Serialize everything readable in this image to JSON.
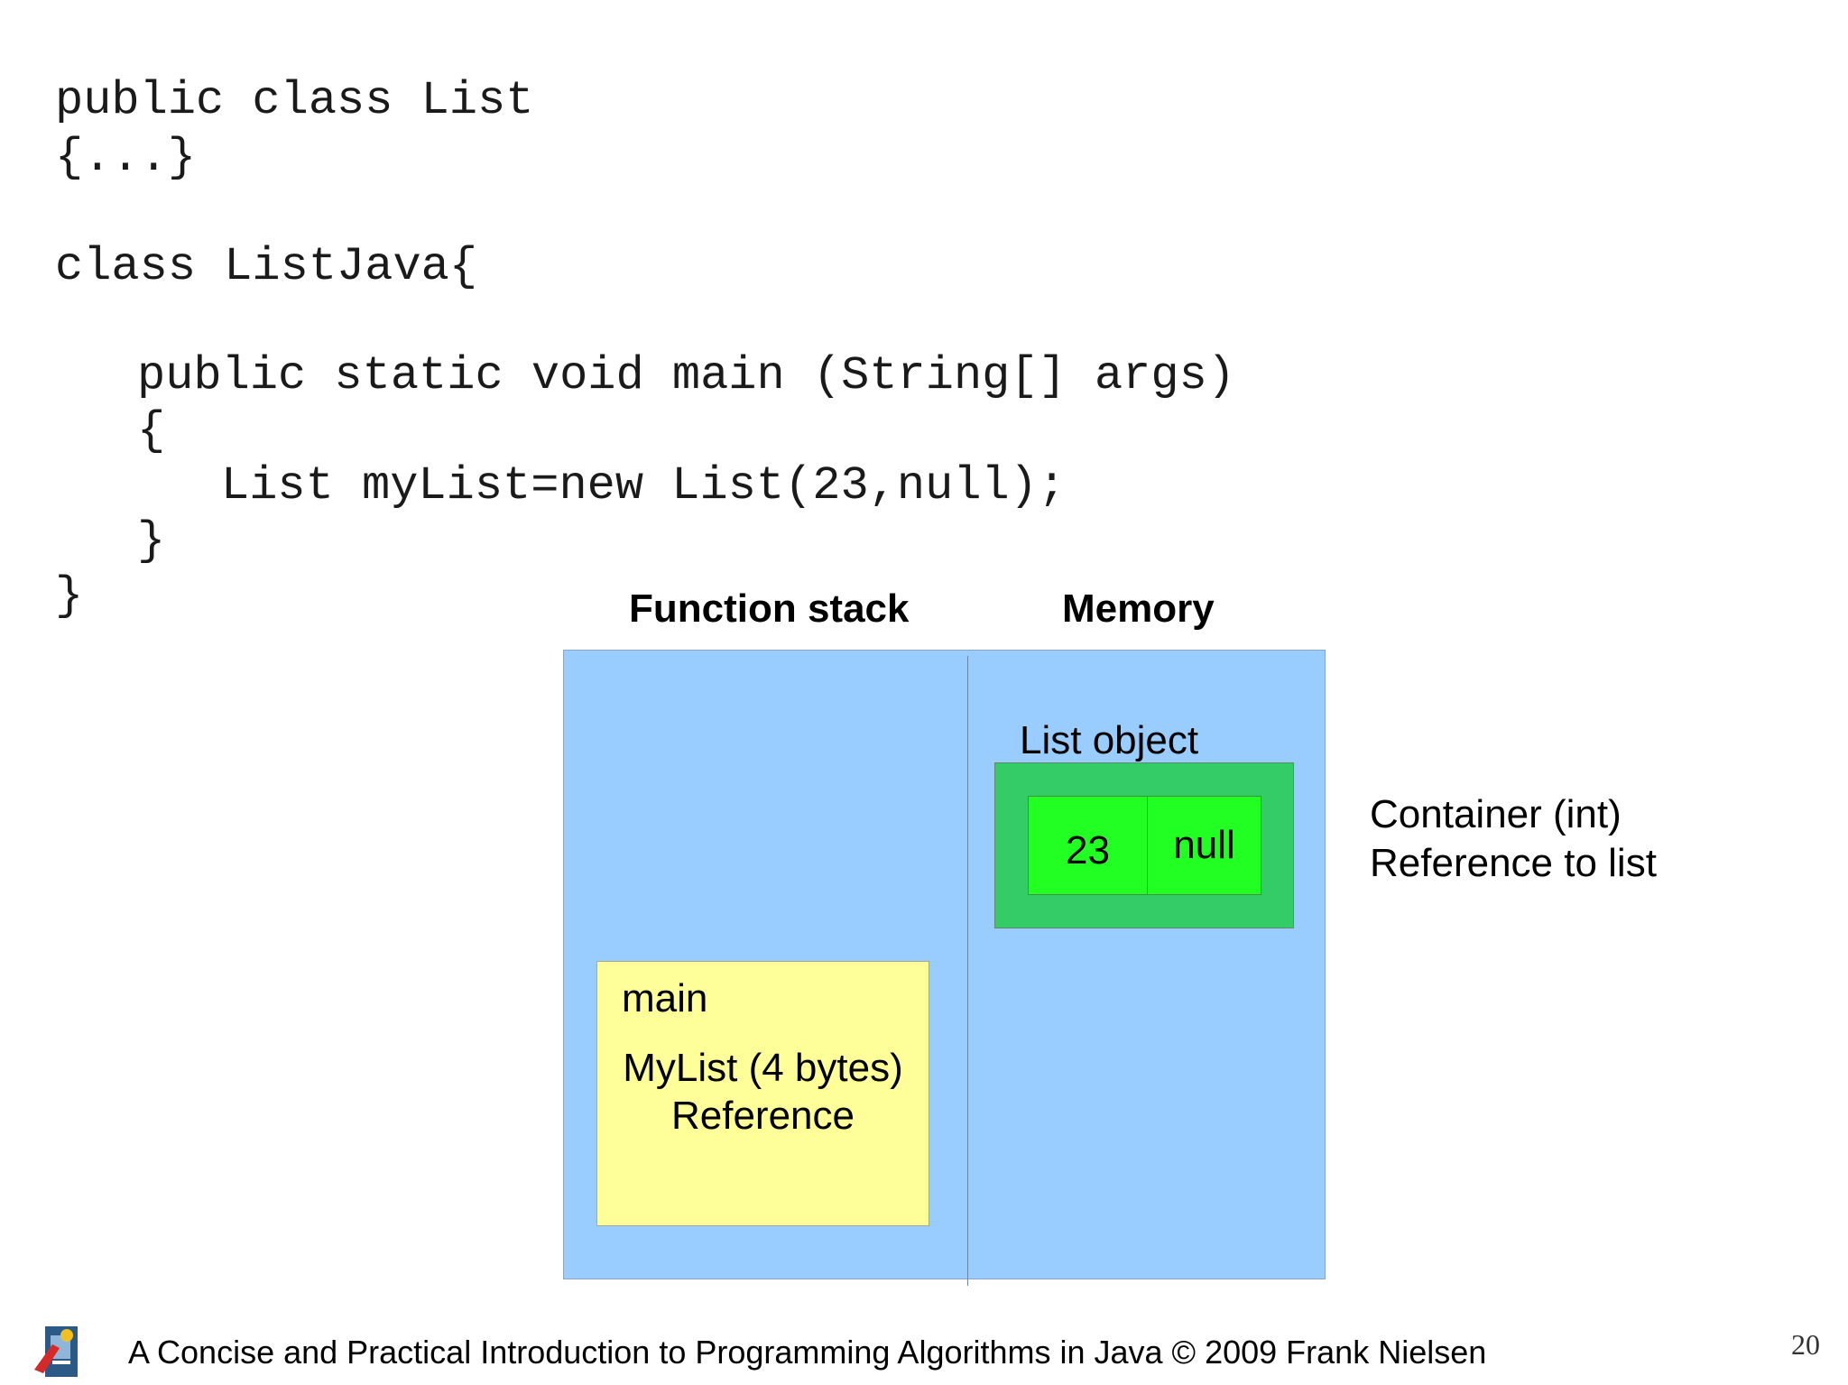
{
  "code": {
    "line1": "public class List",
    "line2": "{...}",
    "line3": "class ListJava{",
    "line4": "public static void main (String[] args)",
    "line5": "{",
    "line6": "List myList=new List(23,null);",
    "line7": "}",
    "line8": "}"
  },
  "diagram": {
    "function_stack_label": "Function stack",
    "memory_label": "Memory",
    "list_object_label": "List object",
    "cell_value": "23",
    "cell_next": "null",
    "main_frame_title": "main",
    "main_frame_line1": "MyList (4 bytes)",
    "main_frame_line2": "Reference",
    "legend_line1": "Container (int)",
    "legend_line2": "Reference to list",
    "colors": {
      "stack_area": "#99ccff",
      "main_frame": "#ffff99",
      "list_object": "#33cc66",
      "list_cells": "#22ff22"
    }
  },
  "footer": {
    "text": "A Concise and Practical Introduction to Programming Algorithms in Java © 2009 Frank Nielsen",
    "page_number": "20",
    "logo_icon": "institution-logo-icon"
  }
}
